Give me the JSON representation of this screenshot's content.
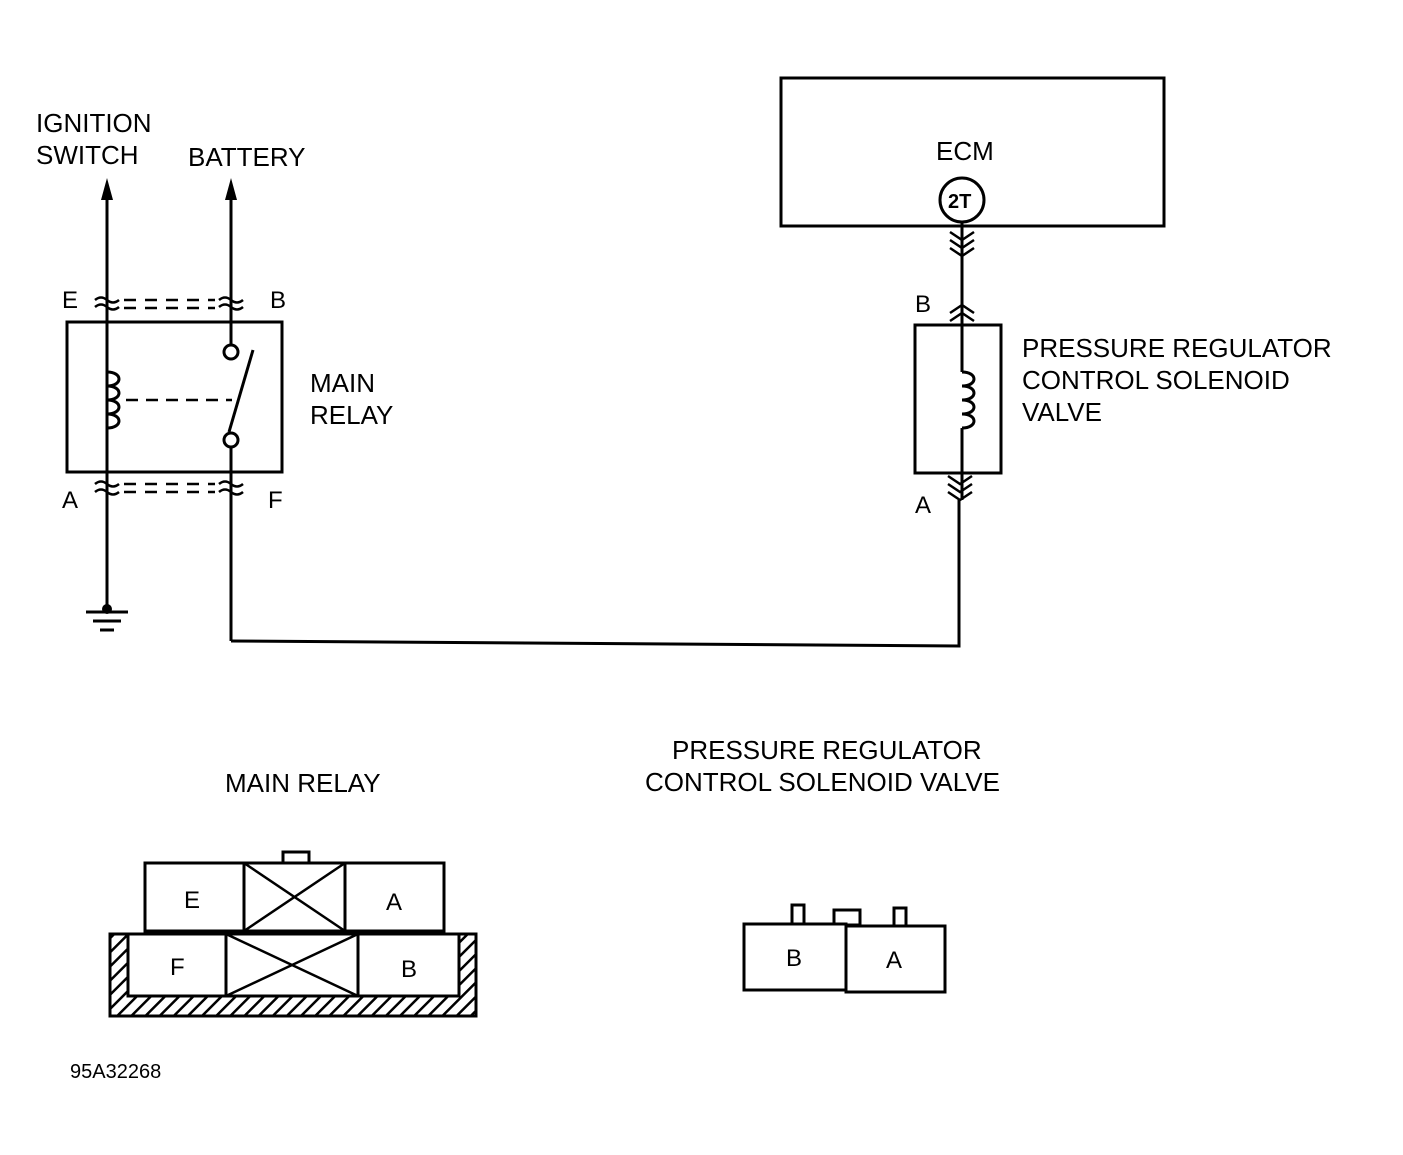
{
  "labels": {
    "ignition_switch_line1": "IGNITION",
    "ignition_switch_line2": "SWITCH",
    "battery": "BATTERY",
    "main_relay_line1": "MAIN",
    "main_relay_line2": "RELAY",
    "ecm": "ECM",
    "ecm_pin": "2T",
    "solenoid_line1": "PRESSURE REGULATOR",
    "solenoid_line2": "CONTROL SOLENOID",
    "solenoid_line3": "VALVE",
    "relay_pin_e": "E",
    "relay_pin_b": "B",
    "relay_pin_a": "A",
    "relay_pin_f": "F",
    "solenoid_pin_b": "B",
    "solenoid_pin_a": "A"
  },
  "connectors": {
    "main_relay_title": "MAIN RELAY",
    "main_relay_pins": {
      "e": "E",
      "a": "A",
      "f": "F",
      "b": "B"
    },
    "solenoid_title_line1": "PRESSURE REGULATOR",
    "solenoid_title_line2": "CONTROL SOLENOID VALVE",
    "solenoid_pins": {
      "b": "B",
      "a": "A"
    }
  },
  "figure_id": "95A32268"
}
